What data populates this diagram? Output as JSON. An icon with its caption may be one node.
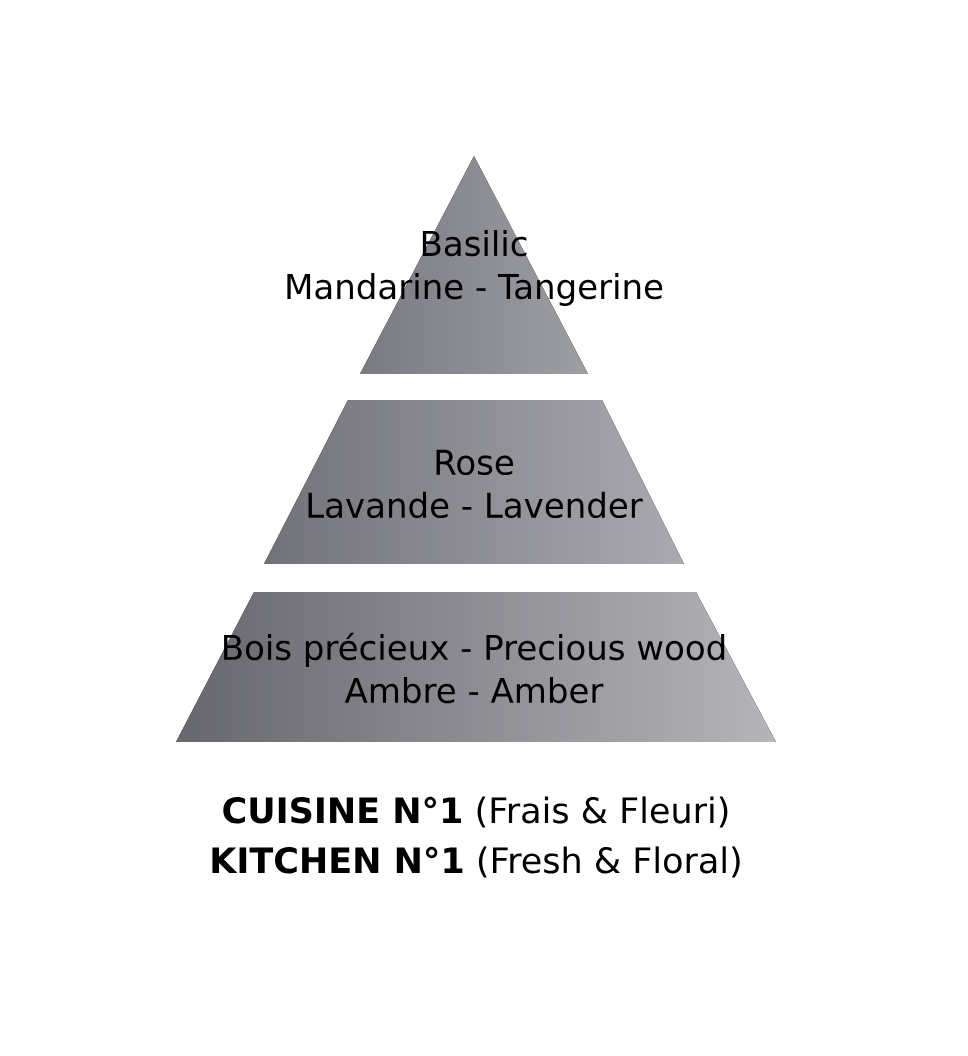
{
  "diagram": {
    "nodes": [
      {
        "text": [
          "Basilic",
          "Mandarine - Tangerine"
        ]
      },
      {
        "text": [
          "Rose",
          "Lavande - Lavender"
        ]
      },
      {
        "text": [
          "Bois précieux - Precious wood",
          "Ambre - Amber"
        ]
      }
    ],
    "labels": [
      "**CUISINE N°1** (Frais & Fleuri)",
      "**KITCHEN N°1** (Fresh & Floral)"
    ]
  }
}
